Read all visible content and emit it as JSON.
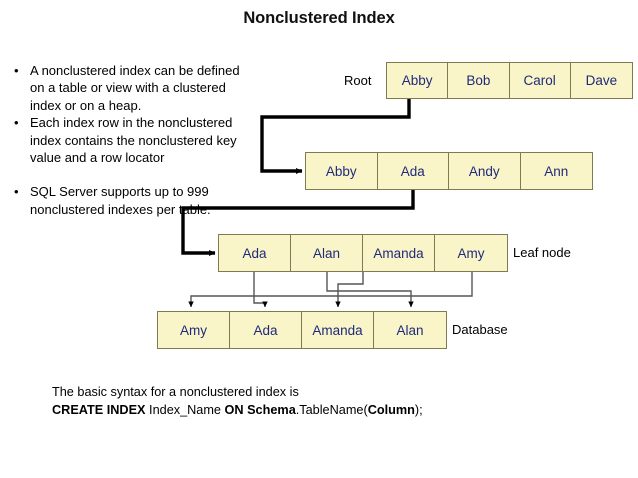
{
  "slide": {
    "title": "Nonclustered Index",
    "background_color": "#ffffff"
  },
  "bullets": [
    {
      "marker": "•",
      "text": "A nonclustered index can be defined on a table or view with a clustered index or on a heap."
    },
    {
      "marker": "•",
      "text": "Each index row in the nonclustered index contains the nonclustered key value and a row locator"
    },
    {
      "marker": "•",
      "text": "SQL Server supports up to 999 nonclustered indexes per table."
    }
  ],
  "diagram": {
    "cell_fill": "#faf5c8",
    "cell_border": "#7e7a52",
    "cell_text_color": "#1f2a7a",
    "labels": {
      "root": "Root",
      "leaf_node": "Leaf node",
      "database": "Database"
    },
    "rows": [
      {
        "name": "root",
        "cells": [
          "Abby",
          "Bob",
          "Carol",
          "Dave"
        ]
      },
      {
        "name": "level1",
        "cells": [
          "Abby",
          "Ada",
          "Andy",
          "Ann"
        ]
      },
      {
        "name": "leaf",
        "cells": [
          "Ada",
          "Alan",
          "Amanda",
          "Amy"
        ]
      },
      {
        "name": "database",
        "cells": [
          "Amy",
          "Ada",
          "Amanda",
          "Alan"
        ]
      }
    ]
  },
  "syntax": {
    "line1": "The basic syntax for a nonclustered index is",
    "line2_parts": [
      {
        "text": "CREATE INDEX",
        "bold": true
      },
      {
        "text": " Index_Name ",
        "bold": false
      },
      {
        "text": "ON Schema",
        "bold": true
      },
      {
        "text": ".TableName(",
        "bold": false
      },
      {
        "text": "Column",
        "bold": true
      },
      {
        "text": ");",
        "bold": false
      }
    ]
  }
}
